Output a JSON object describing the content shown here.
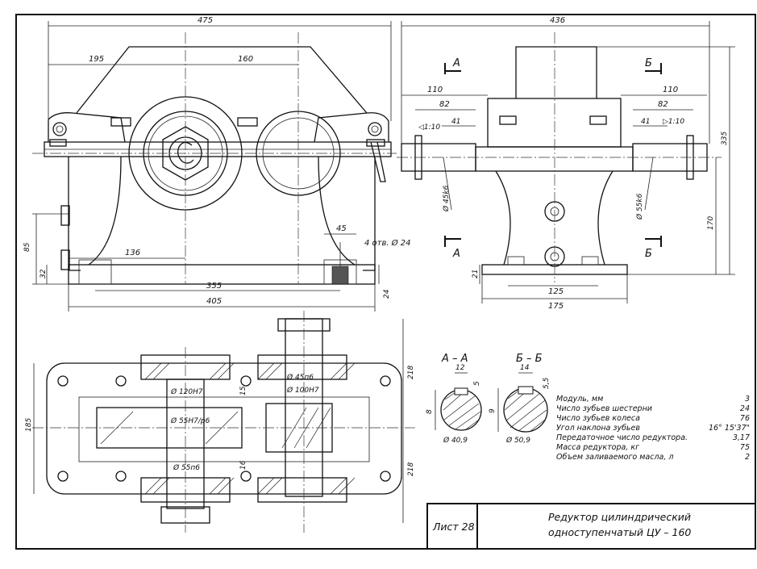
{
  "front_view": {
    "dims": {
      "overall_length": "475",
      "left_offset": "195",
      "center_distance": "160",
      "foot_height": "85",
      "base_height": "32",
      "foot_offset": "136",
      "bolt_spacing": "355",
      "base_length": "405",
      "bolt_edge": "45",
      "base_thickness": "24"
    },
    "bolt_holes_note": "4 отв. Ø 24"
  },
  "side_view": {
    "dims": {
      "overall_width": "436",
      "shaft_left_length": "110",
      "shaft_left_seat": "82",
      "shaft_left_taper_len": "41",
      "taper_left": "◁1:10",
      "shaft_left_diameter": "Ø 45k6",
      "shaft_right_length": "110",
      "shaft_right_seat": "82",
      "shaft_right_taper_len": "41",
      "taper_right": "▷1:10",
      "shaft_right_diameter": "Ø 55k6",
      "overall_height": "335",
      "axis_height": "170",
      "base_thickness": "21",
      "bolt_spacing": "125",
      "base_width": "175"
    },
    "section_marks": {
      "a_top": "А",
      "a_bottom": "А",
      "b_top": "Б",
      "b_bottom": "Б"
    }
  },
  "plan_view": {
    "dims": {
      "width": "185",
      "half_top": "218",
      "half_bottom": "218",
      "bore_1": "Ø 120H7",
      "fit_1": "Ø 55H7/p6",
      "shaft_1": "Ø 55п6",
      "shaft_2": "Ø 45п6",
      "bore_2": "Ø 100H7",
      "gap_1": "15",
      "gap_2": "16"
    }
  },
  "sections": {
    "aa": {
      "label": "А – А",
      "key_width": "12",
      "key_depth": "5",
      "height": "8",
      "diameter": "Ø 40,9"
    },
    "bb": {
      "label": "Б – Б",
      "key_width": "14",
      "key_depth": "5,5",
      "height": "9",
      "diameter": "Ø 50,9"
    }
  },
  "specs": [
    {
      "label": "Модуль, мм",
      "value": "3"
    },
    {
      "label": "Число зубьев шестерни",
      "value": "24"
    },
    {
      "label": "Число зубьев колеса",
      "value": "76"
    },
    {
      "label": "Угол наклона зубьев",
      "value": "16° 15'37\""
    },
    {
      "label": "Передаточное число редуктора.",
      "value": "3,17"
    },
    {
      "label": "Масса редуктора, кг",
      "value": "75"
    },
    {
      "label": "Объем заливаемого масла, л",
      "value": "2"
    }
  ],
  "title_block": {
    "sheet": "Лист 28",
    "title_line1": "Редуктор цилиндрический",
    "title_line2": "одноступенчатый ЦУ – 160"
  }
}
